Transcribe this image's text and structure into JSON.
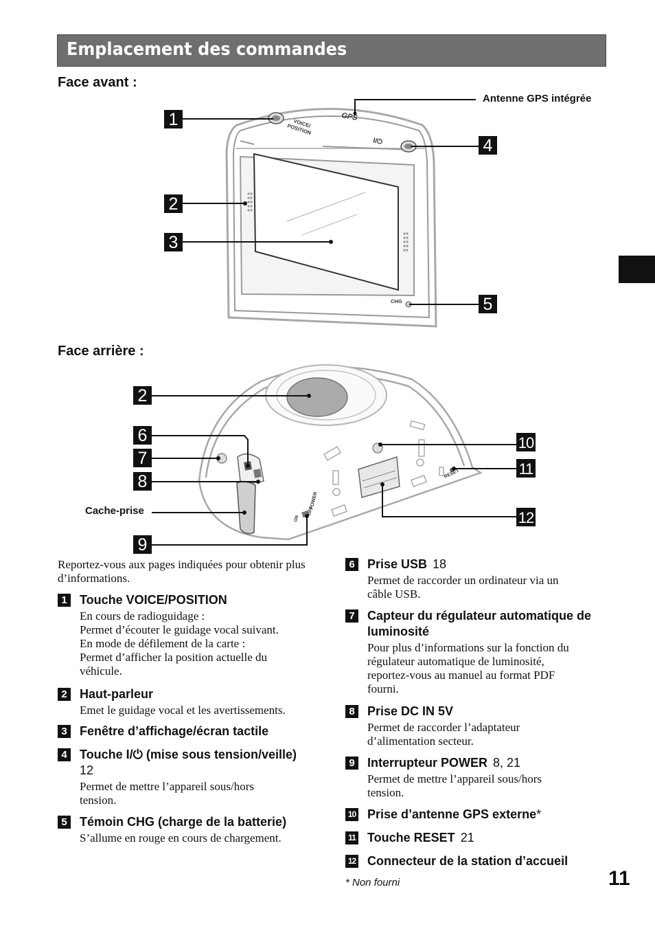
{
  "title": "Emplacement des commandes",
  "front": {
    "label": "Face avant :",
    "antenna_label": "Antenne GPS intégrée",
    "device_text": {
      "voice": "VOICE/",
      "position": "POSITION",
      "gps": "GPS",
      "power": "I/⏻",
      "chg": "CHG"
    },
    "callouts": [
      "1",
      "2",
      "3",
      "4",
      "5"
    ]
  },
  "back": {
    "label": "Face arrière :",
    "cover_label": "Cache-prise",
    "device_text": {
      "power": "POWER",
      "on": "ON",
      "off": "OFF",
      "reset": "RESET"
    },
    "callouts": [
      "2",
      "6",
      "7",
      "8",
      "9",
      "10",
      "11",
      "12"
    ]
  },
  "intro": "Reportez-vous aux pages indiquées pour obtenir plus d’informations.",
  "entries_left": [
    {
      "num": "1",
      "title": "Touche VOICE/POSITION",
      "ref": "",
      "desc": [
        "En cours de radioguidage :",
        "Permet d’écouter le guidage vocal suivant.",
        "En mode de défilement de la carte :",
        "Permet d’afficher la position actuelle du",
        "véhicule."
      ]
    },
    {
      "num": "2",
      "title": "Haut-parleur",
      "ref": "",
      "desc": [
        "Emet le guidage vocal et les avertissements."
      ]
    },
    {
      "num": "3",
      "title": "Fenêtre d’affichage/écran tactile",
      "ref": "",
      "desc": []
    },
    {
      "num": "4",
      "title": "Touche I/⏻ (mise sous tension/veille)",
      "ref": "12",
      "desc": [
        "Permet de mettre l’appareil sous/hors",
        "tension."
      ]
    },
    {
      "num": "5",
      "title": "Témoin CHG (charge de la batterie)",
      "ref": "",
      "desc": [
        "S’allume en rouge en cours de chargement."
      ]
    }
  ],
  "entries_right": [
    {
      "num": "6",
      "title": "Prise USB",
      "ref": "18",
      "desc": [
        "Permet de raccorder un ordinateur via un",
        "câble USB."
      ]
    },
    {
      "num": "7",
      "title": "Capteur du régulateur automatique de",
      "title2": "luminosité",
      "ref": "",
      "desc": [
        "Pour plus d’informations sur la fonction du",
        "régulateur automatique de luminosité,",
        "reportez-vous au manuel au format PDF",
        "fourni."
      ]
    },
    {
      "num": "8",
      "title": "Prise DC IN 5V",
      "ref": "",
      "desc": [
        "Permet de raccorder l’adaptateur",
        "d’alimentation secteur."
      ]
    },
    {
      "num": "9",
      "title": "Interrupteur POWER",
      "ref": "8, 21",
      "desc": [
        "Permet de mettre l’appareil sous/hors",
        "tension."
      ]
    },
    {
      "num": "10",
      "title": "Prise d’antenne GPS externe",
      "suffix": "*",
      "ref": "",
      "desc": []
    },
    {
      "num": "11",
      "title": "Touche RESET",
      "ref": "21",
      "desc": []
    },
    {
      "num": "12",
      "title": "Connecteur de la station d’accueil",
      "ref": "",
      "desc": []
    }
  ],
  "footnote": "*  Non fourni",
  "page_number": "11"
}
